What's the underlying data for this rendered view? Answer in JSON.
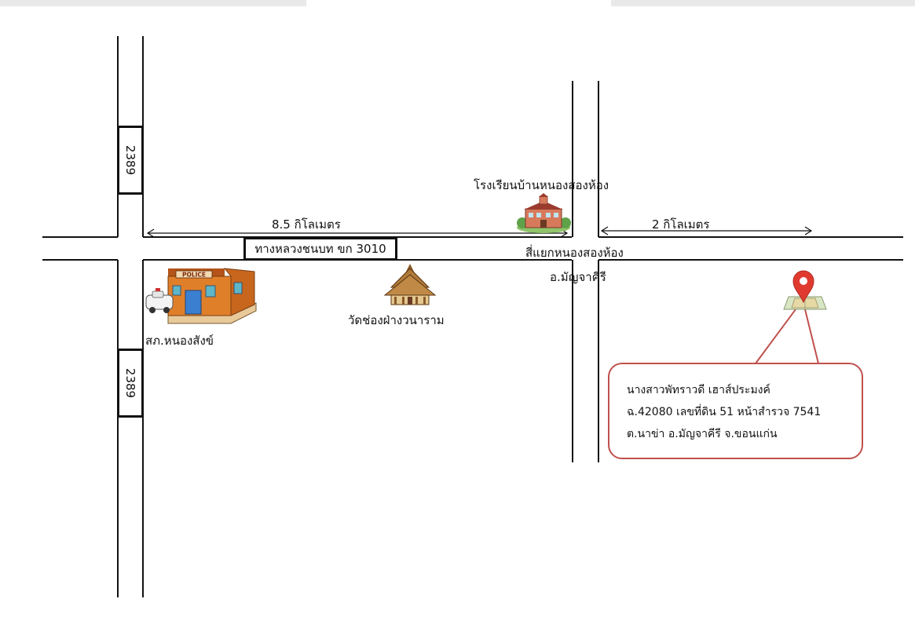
{
  "roads": {
    "main_road_label": "ทางหลวงชนบท ขก 3010",
    "road_2389_top": "2389",
    "road_2389_bottom": "2389"
  },
  "distances": {
    "left": "8.5 กิโลเมตร",
    "right": "2 กิโลเมตร"
  },
  "landmarks": {
    "school": "โรงเรียนบ้านหนองสองห้อง",
    "intersection": "สี่แยกหนองสองห้อง",
    "district": "อ.มัญจาคีรี",
    "temple": "วัดช่องฝ่างวนาราม",
    "police": "สภ.หนองสังข์",
    "police_sign": "POLICE"
  },
  "callout": {
    "line1": "นางสาวพัทราวดี เฮาส์ประมงค์",
    "line2": "ฉ.42080 เลขที่ดิน 51 หน้าสำรวจ 7541",
    "line3": "ต.นาข่า อ.มัญจาคีรี จ.ขอนแก่น"
  },
  "colors": {
    "road": "#111111",
    "pin": "#e03a2f",
    "callout_border": "#c0504d"
  },
  "icons": [
    "police-station-icon",
    "school-icon",
    "temple-icon",
    "location-pin-icon",
    "map-parcel-icon"
  ]
}
